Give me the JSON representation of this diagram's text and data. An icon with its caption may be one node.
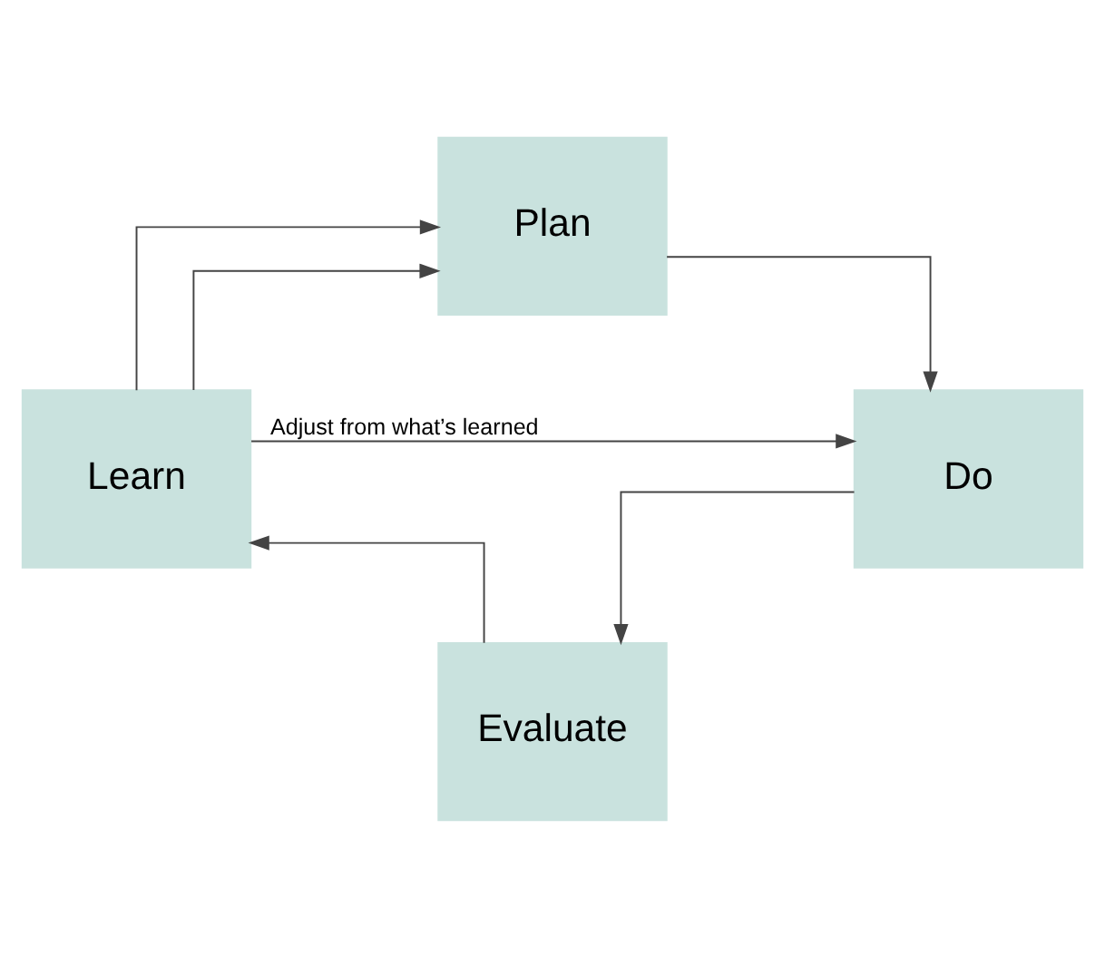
{
  "diagram": {
    "nodes": [
      {
        "text": [
          "Plan"
        ]
      },
      {
        "text": [
          "Learn"
        ]
      },
      {
        "text": [
          "Do"
        ]
      },
      {
        "text": [
          "Evaluate"
        ]
      }
    ],
    "edges": [
      {
        "from": 1,
        "to": 0,
        "arrow": "to"
      },
      {
        "from": 0,
        "to": 2,
        "arrow": "to"
      },
      {
        "from": 2,
        "to": 3,
        "arrow": "to"
      },
      {
        "from": 3,
        "to": 1,
        "arrow": "to"
      },
      {
        "from": 1,
        "to": 2,
        "arrow": "to",
        "label": "Adjust from what’s learned"
      },
      {
        "from": 1,
        "to": 0,
        "arrow": "to"
      }
    ]
  }
}
